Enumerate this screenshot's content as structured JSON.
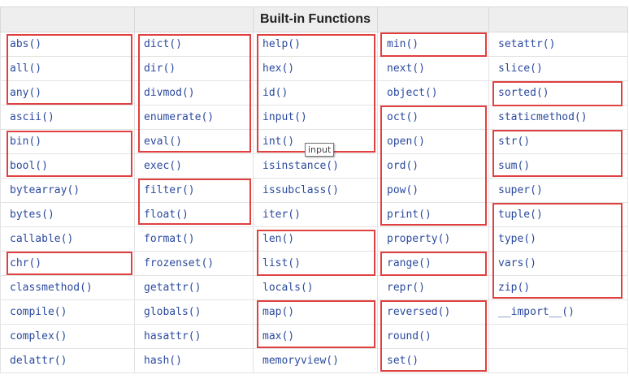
{
  "table": {
    "header": "Built-in Functions",
    "columns": [
      [
        "abs()",
        "all()",
        "any()",
        "ascii()",
        "bin()",
        "bool()",
        "bytearray()",
        "bytes()",
        "callable()",
        "chr()",
        "classmethod()",
        "compile()",
        "complex()",
        "delattr()"
      ],
      [
        "dict()",
        "dir()",
        "divmod()",
        "enumerate()",
        "eval()",
        "exec()",
        "filter()",
        "float()",
        "format()",
        "frozenset()",
        "getattr()",
        "globals()",
        "hasattr()",
        "hash()"
      ],
      [
        "help()",
        "hex()",
        "id()",
        "input()",
        "int()",
        "isinstance()",
        "issubclass()",
        "iter()",
        "len()",
        "list()",
        "locals()",
        "map()",
        "max()",
        "memoryview()"
      ],
      [
        "min()",
        "next()",
        "object()",
        "oct()",
        "open()",
        "ord()",
        "pow()",
        "print()",
        "property()",
        "range()",
        "repr()",
        "reversed()",
        "round()",
        "set()"
      ],
      [
        "setattr()",
        "slice()",
        "sorted()",
        "staticmethod()",
        "str()",
        "sum()",
        "super()",
        "tuple()",
        "type()",
        "vars()",
        "zip()",
        "__import__()",
        "",
        ""
      ]
    ]
  },
  "tooltip": "input",
  "colors": {
    "link": "#2b4a9e",
    "highlight": "#e04040",
    "header_bg": "#eeeeee"
  }
}
